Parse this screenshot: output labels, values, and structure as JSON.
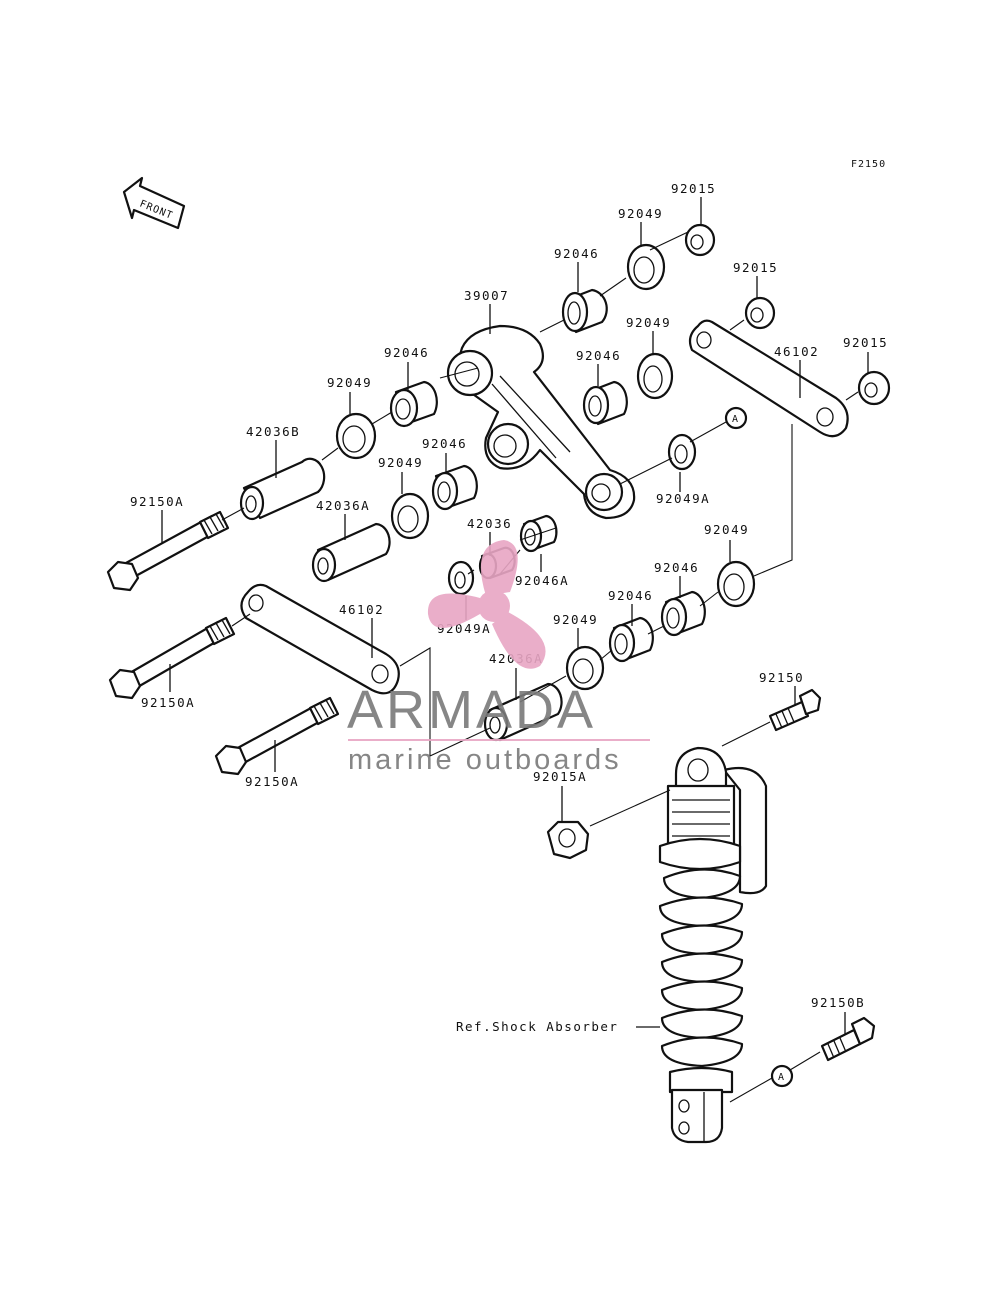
{
  "figure_code": "F2150",
  "front_label": "FRONT",
  "parts": {
    "p92015_a": "92015",
    "p92049_a": "92049",
    "p92046_a": "92046",
    "p92015_b": "92015",
    "p39007": "39007",
    "p92049_b": "92049",
    "p92015_c": "92015",
    "p92046_b": "92046",
    "p46102_a": "46102",
    "p92046_c": "92046",
    "p92049_c": "92049",
    "p42036B": "42036B",
    "p92046_d": "92046",
    "p92049_d": "92049",
    "p92049A_a": "92049A",
    "p92150A_a": "92150A",
    "p42036A_a": "42036A",
    "p42036": "42036",
    "p92049_e": "92049",
    "p92046A": "92046A",
    "p92046_e": "92046",
    "p46102_b": "46102",
    "p92046_f": "92046",
    "p92049A_b": "92049A",
    "p92049_f": "92049",
    "p42036A_b": "42036A",
    "p92150D": "92150A",
    "p92150": "92150",
    "p92150A_b": "92150A",
    "p92015A": "92015A",
    "p92150B": "92150B",
    "ref_shock": "Ref.Shock Absorber",
    "ref_a_1": "A",
    "ref_a_2": "A"
  },
  "watermark": {
    "brand": "ARMADA",
    "tagline": "marine outboards",
    "logo_color": "#e8a6c4",
    "text_color": "#7a7a7a",
    "rule_color": "#e8a6c4"
  }
}
